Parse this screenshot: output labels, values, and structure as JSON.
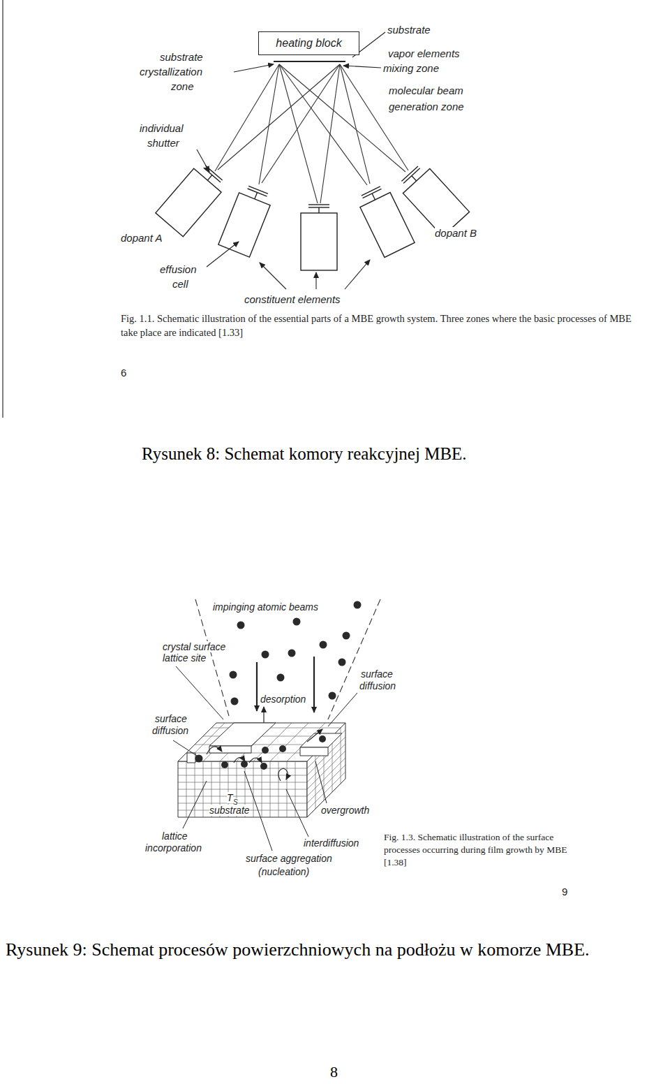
{
  "diagram": {
    "nodes": [
      {
        "text": [
          "heating block"
        ]
      }
    ],
    "labels": [
      "substrate",
      "vapor elements",
      "mixing zone",
      "molecular beam",
      "generation zone",
      "substrate",
      "crystallization",
      "zone",
      "individual",
      "shutter",
      "dopant A",
      "dopant B",
      "effusion",
      "cell",
      "constituent elements",
      "Fig. 1.1. Schematic illustration of the essential parts of a MBE growth system. Three zones where the basic processes of MBE take place are indicated [1.33]",
      "6",
      "Rysunek 8: Schemat komory reakcyjnej MBE.",
      "impinging atomic beams",
      "crystal surface",
      "lattice site",
      "surface",
      "diffusion",
      "desorption",
      "surface",
      "diffusion",
      "T",
      "S",
      "substrate",
      "overgrowth",
      "lattice",
      "incorporation",
      "interdiffusion",
      "surface aggregation",
      "(nucleation)",
      "Fig. 1.3. Schematic illustration of the surface processes occurring during film growth by MBE [1.38]",
      "9",
      "Rysunek 9: Schemat procesów powierzchniowych na podłożu w komorze MBE.",
      "8"
    ]
  }
}
